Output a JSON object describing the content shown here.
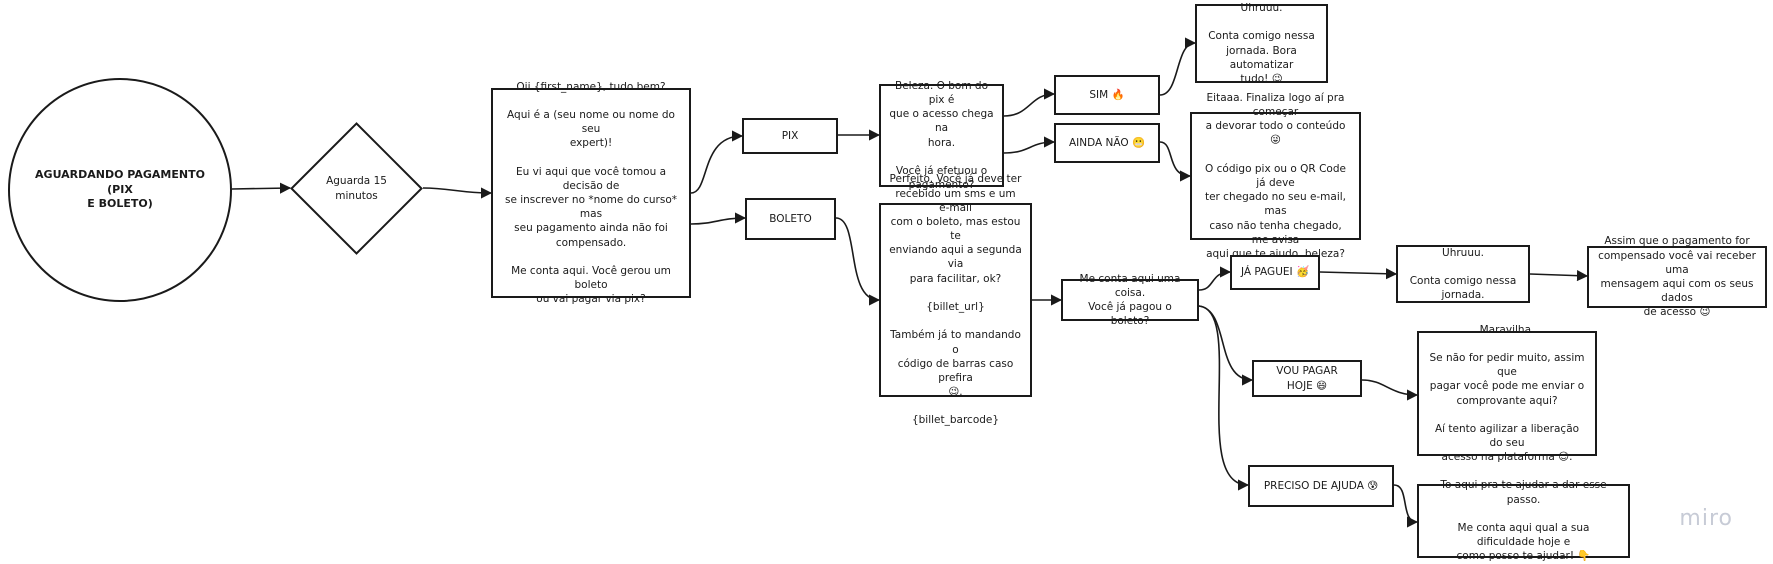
{
  "colors": {
    "stroke": "#1a1a1a",
    "background": "#ffffff",
    "brand": "#c7cbd6"
  },
  "nodes": {
    "start": "AGUARDANDO PAGAMENTO (PIX\nE BOLETO)",
    "wait": "Aguarda 15\nminutos",
    "greeting": "Oii {first_name}, tudo bem?\n\nAqui é a (seu nome ou nome do seu\nexpert)!\n\nEu vi aqui que você tomou a decisão de\nse inscrever no *nome do curso* mas\nseu pagamento ainda não foi\ncompensado.\n\nMe conta aqui. Você gerou um boleto\nou vai pagar via pix?",
    "pix": "PIX",
    "boleto": "BOLETO",
    "pix_msg": "Beleza. O bom do pix é\nque o acesso chega na\nhora.\n\nVocê já efetuou o\npagamento?",
    "sim": "SIM 🔥",
    "ainda_nao": "AINDA NÃO 😬",
    "uhruuu1": "Uhruuu.\n\nConta comigo nessa\njornada. Bora automatizar\ntudo! 😉",
    "eitaaa": "Eitaaa. Finaliza logo aí pra começar\na devorar todo o conteúdo 😜\n\nO código pix ou o QR Code já deve\nter chegado no seu e-mail, mas\ncaso não tenha chegado, me avisa\naqui que te ajudo, beleza?",
    "boleto_msg": "Perfeito. Você já deve ter\nrecebido um sms e um e-mail\ncom o boleto, mas estou te\nenviando aqui a segunda via\npara facilitar, ok?\n\n{billet_url}\n\nTambém já to mandando o\ncódigo de barras caso prefira\n😉.\n\n{billet_barcode}",
    "ask_paid": "Me conta aqui uma coisa.\nVocê já pagou o boleto?",
    "ja_paguei": "JÁ PAGUEI 🥳",
    "uhruuu2": "Uhruuu.\n\nConta comigo nessa\njornada.",
    "assim_que": "Assim que o pagamento for\ncompensado você vai receber uma\nmensagem aqui com os seus dados\nde acesso 😉",
    "vou_pagar": "VOU PAGAR HOJE 😄",
    "maravilha": "Maravilha.\n\nSe não for pedir muito, assim que\npagar você pode me enviar o\ncomprovante aqui?\n\nAí tento agilizar a liberação do seu\nacesso na plataforma 😉.",
    "preciso": "PRECISO DE AJUDA 😰",
    "to_aqui": "To aqui pra te ajudar a dar esse passo.\n\nMe conta aqui qual a sua dificuldade hoje e\ncomo posso te ajudar! 👇"
  },
  "brand": "miro"
}
